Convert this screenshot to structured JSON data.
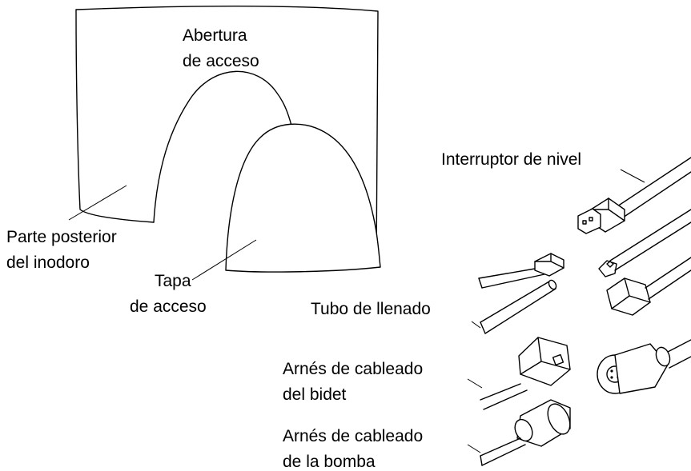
{
  "labels": {
    "abertura_1": "Abertura",
    "abertura_2": "de acceso",
    "parte_1": "Parte posterior",
    "parte_2": "del inodoro",
    "tapa_1": "Tapa",
    "tapa_2": "de acceso",
    "interruptor": "Interruptor de nivel",
    "tubo": "Tubo de llenado",
    "arnes_bidet_1": "Arnés de cableado",
    "arnes_bidet_2": "del bidet",
    "arnes_bomba_1": "Arnés de cableado",
    "arnes_bomba_2": "de la bomba"
  }
}
